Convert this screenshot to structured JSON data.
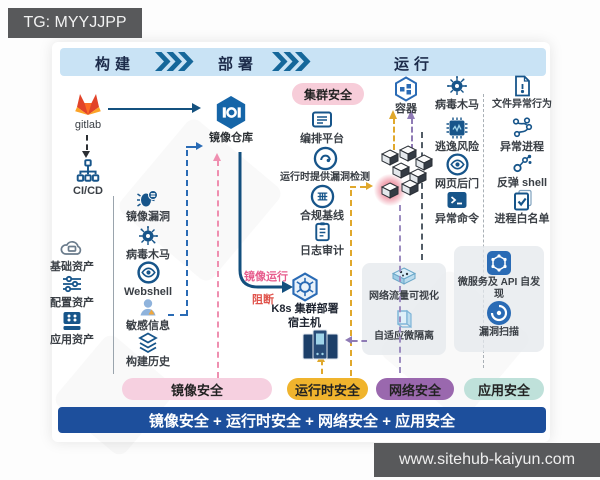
{
  "tag": {
    "text": "TG: MYYJJPP"
  },
  "site": {
    "url": "www.sitehub-kaiyun.com"
  },
  "header": {
    "phases": [
      {
        "label": "构建"
      },
      {
        "label": "部署"
      },
      {
        "label": "运行"
      }
    ]
  },
  "build": {
    "gitlab_label": "gitlab",
    "cicd_label": "CI/CD",
    "assets": [
      {
        "label": "基础资产"
      },
      {
        "label": "配置资产"
      },
      {
        "label": "应用资产"
      }
    ],
    "scans": [
      {
        "label": "镜像漏洞"
      },
      {
        "label": "病毒木马"
      },
      {
        "label": "Webshell"
      },
      {
        "label": "敏感信息"
      },
      {
        "label": "构建历史"
      }
    ]
  },
  "deploy": {
    "registry_label": "镜像仓库",
    "cluster_badge": "集群安全",
    "cluster_items": [
      {
        "label": "编排平台"
      },
      {
        "label": "运行时提供漏洞检测"
      },
      {
        "label": "合规基线"
      },
      {
        "label": "日志审计"
      }
    ],
    "image_run_label": "镜像运行",
    "block_label": "阻断",
    "k8s_label": "K8s 集群部署",
    "host_label": "宿主机"
  },
  "run": {
    "container_label": "容器",
    "threats_col1": [
      {
        "label": "病毒木马"
      },
      {
        "label": "逃逸风险"
      },
      {
        "label": "网页后门"
      },
      {
        "label": "异常命令"
      }
    ],
    "threats_col2": [
      {
        "label": "文件异常行为"
      },
      {
        "label": "异常进程"
      },
      {
        "label": "反弹 shell"
      },
      {
        "label": "进程白名单"
      }
    ],
    "network_box": [
      {
        "label": "网络流量可视化"
      },
      {
        "label": "自适应微隔离"
      }
    ],
    "app_box": [
      {
        "label": "微服务及 API 自发现"
      },
      {
        "label": "漏洞扫描"
      }
    ]
  },
  "footer": {
    "badges": [
      {
        "label": "镜像安全",
        "color": "#f6d0e0"
      },
      {
        "label": "运行时安全",
        "color": "#f0b42d"
      },
      {
        "label": "网络安全",
        "color": "#9a68ae"
      },
      {
        "label": "应用安全",
        "color": "#bfe1da"
      }
    ],
    "summary": "镜像安全 + 运行时安全 + 网络安全 + 应用安全"
  },
  "colors": {
    "header_band": "#c9e3f5",
    "accent_blue": "#17558a",
    "summary_bar": "#1d4f9c",
    "gitlab_orange": "#e24329",
    "highlight_red": "#de3755",
    "image_run_pink": "#e75c8d",
    "block_red": "#e0524a",
    "line_yellow": "#e0a82c",
    "line_purple": "#8f7bb5",
    "line_pink": "#ef8fb0",
    "line_blue": "#2a6bb5"
  }
}
